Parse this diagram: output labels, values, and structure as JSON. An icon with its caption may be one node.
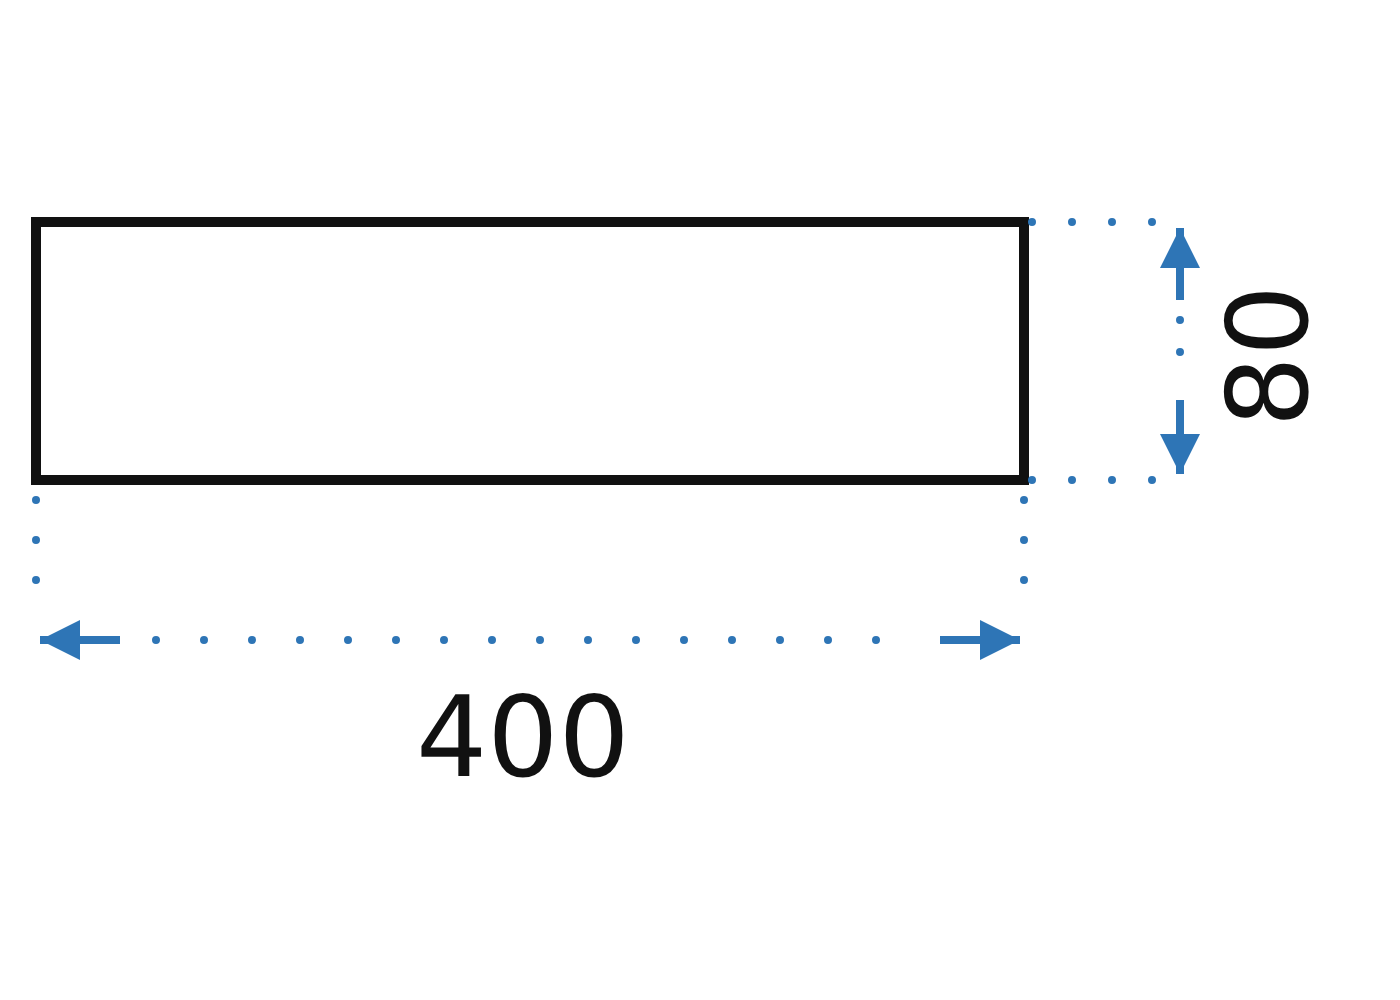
{
  "diagram": {
    "nodes": [
      {
        "text": [],
        "shape": "box"
      }
    ],
    "labels": [
      "80",
      "400"
    ]
  }
}
